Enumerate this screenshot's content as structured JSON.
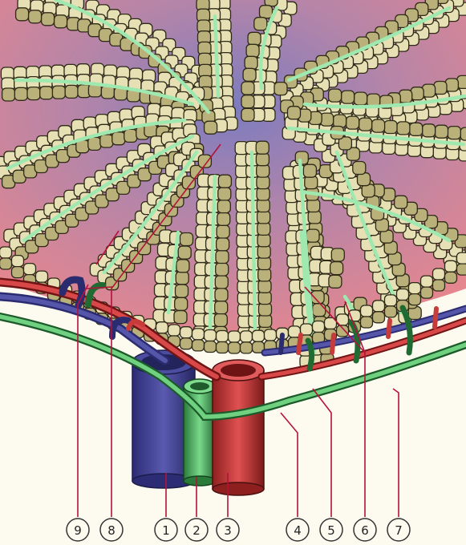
{
  "labels": [
    "9",
    "8",
    "1",
    "2",
    "3",
    "4",
    "5",
    "6",
    "7"
  ],
  "colors": {
    "background_top": "#e8888e",
    "background_center": "#8a86c0",
    "cell_fill": "#e6e0b4",
    "cell_outline": "#2e2a17",
    "bile_canaliculus": "#9fe8b0",
    "portal_vein": "#3b3b8e",
    "hepatic_artery": "#c83b3b",
    "bile_duct": "#3faf55",
    "lymph_vessel": "#1f6b32",
    "leader_lines": "#b5123a",
    "base_ground": "#fdfbf0"
  }
}
